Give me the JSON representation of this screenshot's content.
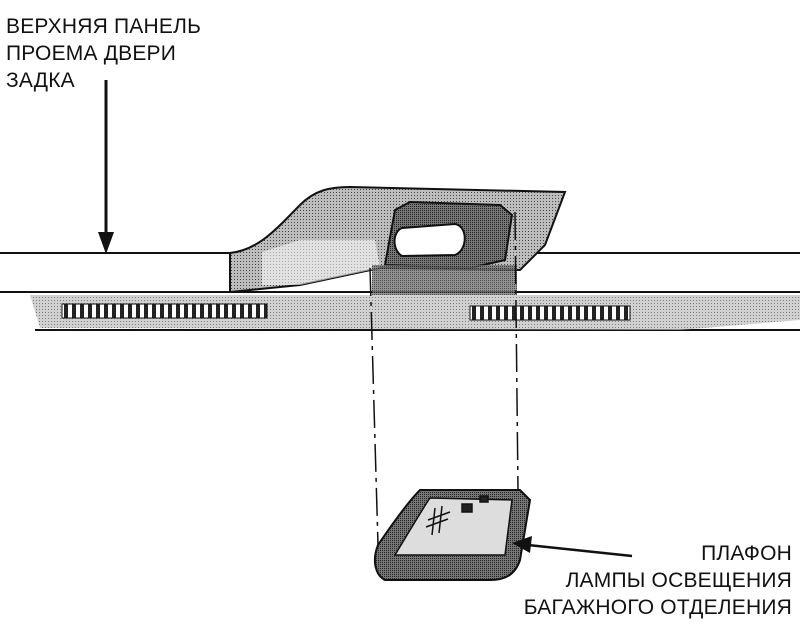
{
  "labels": {
    "panel": [
      "ВЕРХНЯЯ ПАНЕЛЬ",
      "ПРОЕМА ДВЕРИ",
      "ЗАДКА"
    ],
    "lamp": [
      "ПЛАФОН",
      "ЛАМПЫ ОСВЕЩЕНИЯ",
      "БАГАЖНОГО ОТДЕЛЕНИЯ"
    ]
  },
  "colors": {
    "ink": "#111111",
    "shade": "#8a8a8a",
    "dark": "#3a3a3a"
  }
}
